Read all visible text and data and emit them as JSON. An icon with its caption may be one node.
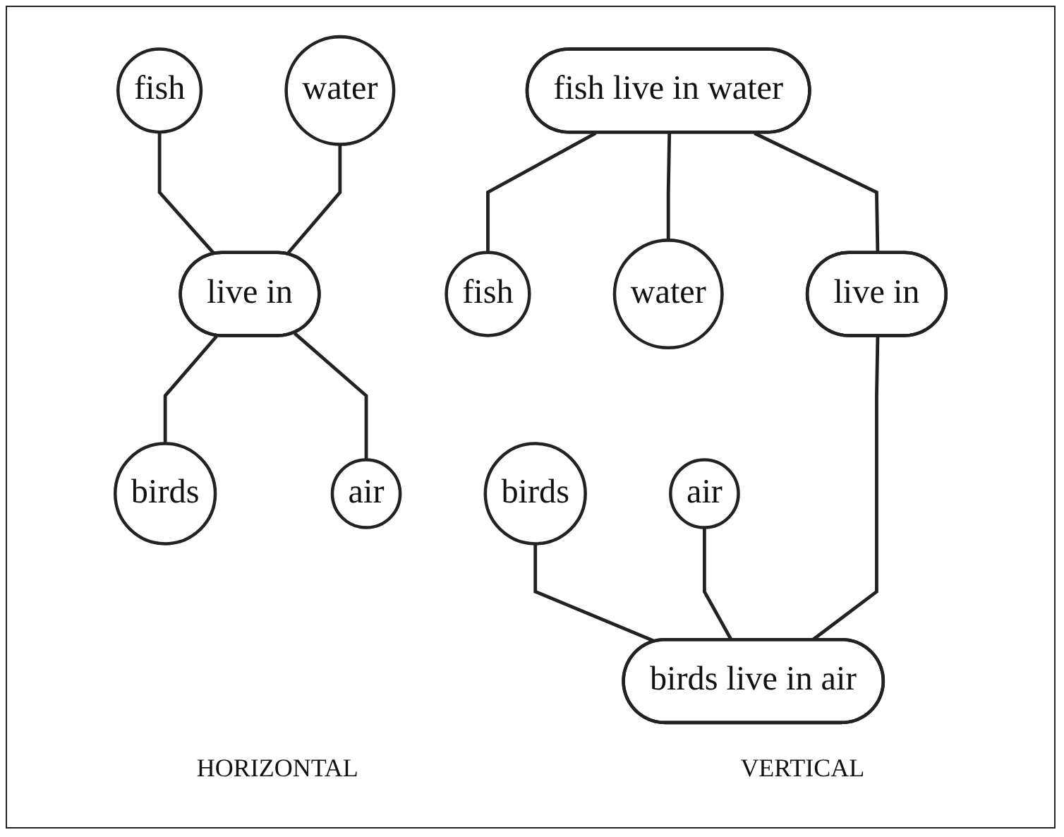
{
  "diagram": {
    "nodes": [
      {
        "text": [
          "fish"
        ]
      },
      {
        "text": [
          "water"
        ]
      },
      {
        "text": [
          "live in"
        ]
      },
      {
        "text": [
          "birds"
        ]
      },
      {
        "text": [
          "air"
        ]
      },
      {
        "text": [
          "fish live in water"
        ]
      },
      {
        "text": [
          "fish"
        ]
      },
      {
        "text": [
          "water"
        ]
      },
      {
        "text": [
          "live in"
        ]
      },
      {
        "text": [
          "birds"
        ]
      },
      {
        "text": [
          "air"
        ]
      },
      {
        "text": [
          "birds live in air"
        ]
      }
    ],
    "edges": [
      {
        "from": 0,
        "to": 2,
        "arrow": "none"
      },
      {
        "from": 1,
        "to": 2,
        "arrow": "none"
      },
      {
        "from": 2,
        "to": 3,
        "arrow": "none"
      },
      {
        "from": 2,
        "to": 4,
        "arrow": "none"
      },
      {
        "from": 5,
        "to": 6,
        "arrow": "none"
      },
      {
        "from": 5,
        "to": 7,
        "arrow": "none"
      },
      {
        "from": 5,
        "to": 8,
        "arrow": "none"
      },
      {
        "from": 9,
        "to": 11,
        "arrow": "none"
      },
      {
        "from": 10,
        "to": 11,
        "arrow": "none"
      },
      {
        "from": 8,
        "to": 11,
        "arrow": "none"
      }
    ],
    "labels": [
      "HORIZONTAL",
      "VERTICAL"
    ]
  }
}
